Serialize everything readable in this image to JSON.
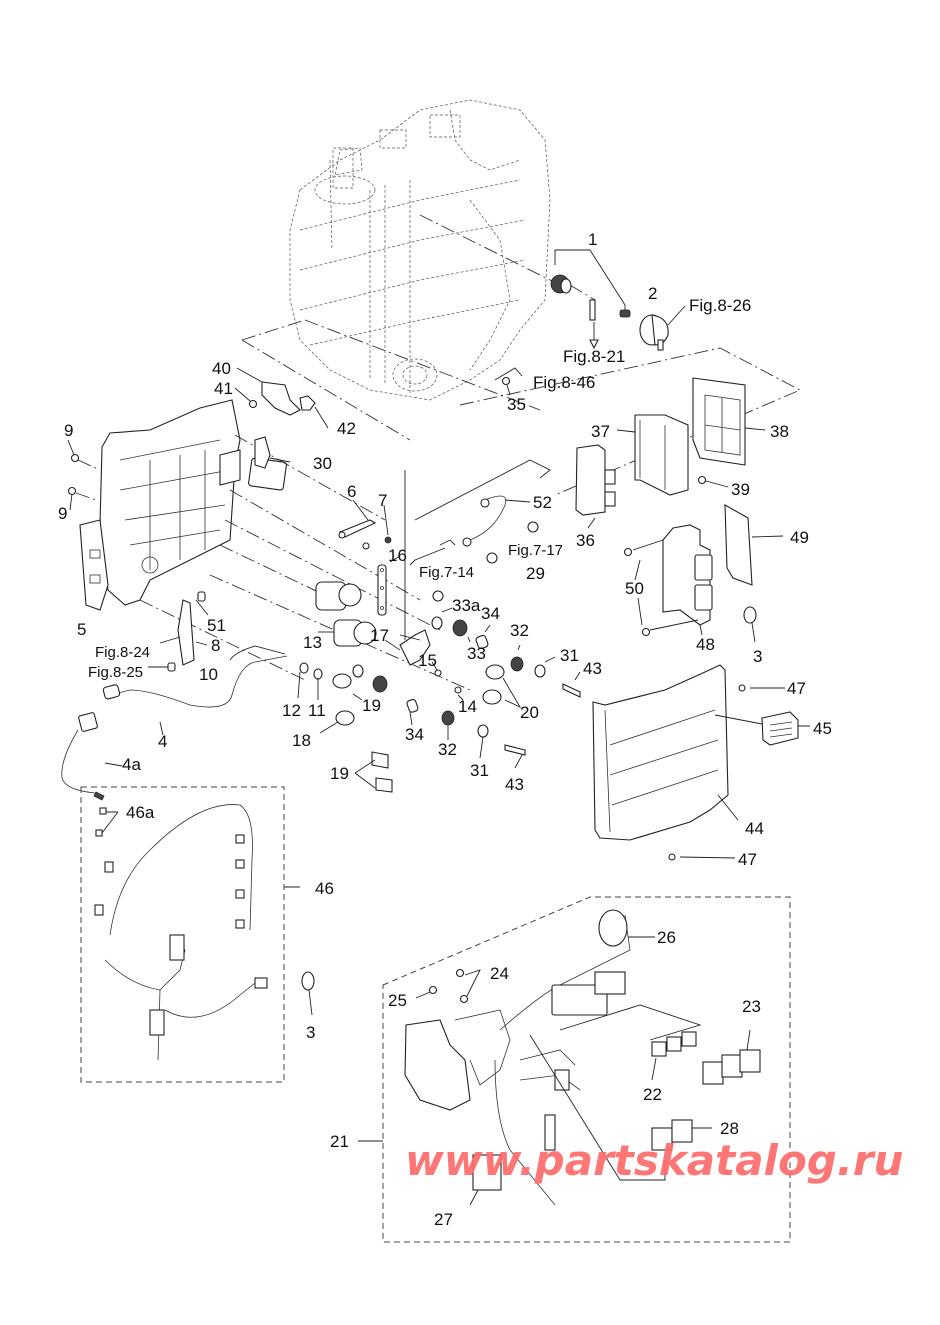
{
  "diagram": {
    "title": "Electrical parts exploded view",
    "watermark": "www.partskatalog.ru",
    "callouts": {
      "c1": "1",
      "c2": "2",
      "c3a": "3",
      "c3b": "3",
      "c4": "4",
      "c4a": "4a",
      "c5": "5",
      "c6": "6",
      "c7": "7",
      "c8": "8",
      "c9a": "9",
      "c9b": "9",
      "c10": "10",
      "c11": "11",
      "c12": "12",
      "c13": "13",
      "c14": "14",
      "c15": "15",
      "c16": "16",
      "c17": "17",
      "c18": "18",
      "c19a": "19",
      "c19b": "19",
      "c20": "20",
      "c21": "21",
      "c22": "22",
      "c23": "23",
      "c24": "24",
      "c25": "25",
      "c26": "26",
      "c27": "27",
      "c28": "28",
      "c29": "29",
      "c30": "30",
      "c31a": "31",
      "c31b": "31",
      "c32a": "32",
      "c32b": "32",
      "c33": "33",
      "c33a": "33a",
      "c34a": "34",
      "c34b": "34",
      "c35": "35",
      "c36": "36",
      "c37": "37",
      "c38": "38",
      "c39": "39",
      "c40": "40",
      "c41": "41",
      "c42": "42",
      "c43a": "43",
      "c43b": "43",
      "c44": "44",
      "c45": "45",
      "c46": "46",
      "c46a": "46a",
      "c47a": "47",
      "c47b": "47",
      "c48": "48",
      "c49": "49",
      "c50": "50",
      "c51": "51",
      "c52": "52"
    },
    "figure_refs": {
      "fig8_26": "Fig.8-26",
      "fig8_21": "Fig.8-21",
      "fig8_46": "Fig.8-46",
      "fig7_17": "Fig.7-17",
      "fig7_14": "Fig.7-14",
      "fig8_24": "Fig.8-24",
      "fig8_25": "Fig.8-25"
    },
    "colors": {
      "line": "#222222",
      "watermark": "#ff6b6b",
      "background": "#ffffff"
    }
  }
}
